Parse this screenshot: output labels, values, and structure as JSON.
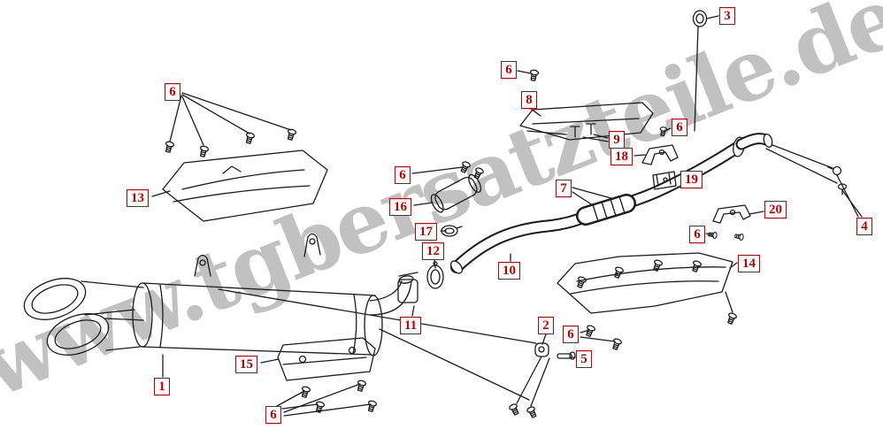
{
  "diagram": {
    "watermark": "www.tgbersatzteile.de",
    "callouts": [
      {
        "label": "3"
      },
      {
        "label": "6"
      },
      {
        "label": "8"
      },
      {
        "label": "6"
      },
      {
        "label": "9"
      },
      {
        "label": "6"
      },
      {
        "label": "18"
      },
      {
        "label": "13"
      },
      {
        "label": "6"
      },
      {
        "label": "16"
      },
      {
        "label": "7"
      },
      {
        "label": "19"
      },
      {
        "label": "17"
      },
      {
        "label": "12"
      },
      {
        "label": "20"
      },
      {
        "label": "4"
      },
      {
        "label": "6"
      },
      {
        "label": "10"
      },
      {
        "label": "14"
      },
      {
        "label": "11"
      },
      {
        "label": "2"
      },
      {
        "label": "6"
      },
      {
        "label": "5"
      },
      {
        "label": "15"
      },
      {
        "label": "1"
      },
      {
        "label": "6"
      }
    ]
  },
  "colors": {
    "callout_red": "#c00000",
    "line_art": "#1c1c1c",
    "watermark_gray": "#8f8f8f",
    "background": "#ffffff"
  }
}
